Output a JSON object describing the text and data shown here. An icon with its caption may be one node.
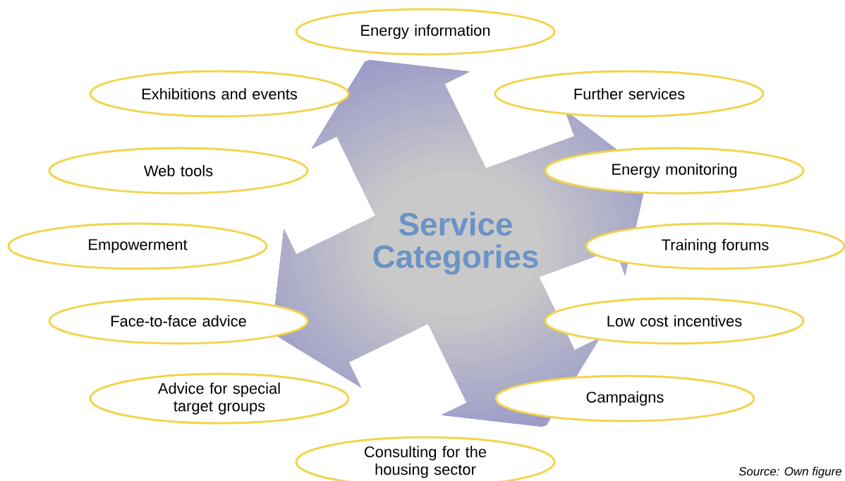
{
  "diagram": {
    "nodes": [
      {
        "text": [
          "Energy information"
        ]
      },
      {
        "text": [
          "Exhibitions and events"
        ]
      },
      {
        "text": [
          "Further services"
        ]
      },
      {
        "text": [
          "Web tools"
        ]
      },
      {
        "text": [
          "Energy monitoring"
        ]
      },
      {
        "text": [
          "Service Categories"
        ]
      },
      {
        "text": [
          "Empowerment"
        ]
      },
      {
        "text": [
          "Training forums"
        ]
      },
      {
        "text": [
          "Face-to-face advice"
        ]
      },
      {
        "text": [
          "Low cost incentives"
        ]
      },
      {
        "text": [
          "Advice for special target groups"
        ]
      },
      {
        "text": [
          "Campaigns"
        ]
      },
      {
        "text": [
          "Consulting for the housing sector"
        ]
      }
    ],
    "labels": [
      "Source: Own figure"
    ]
  }
}
